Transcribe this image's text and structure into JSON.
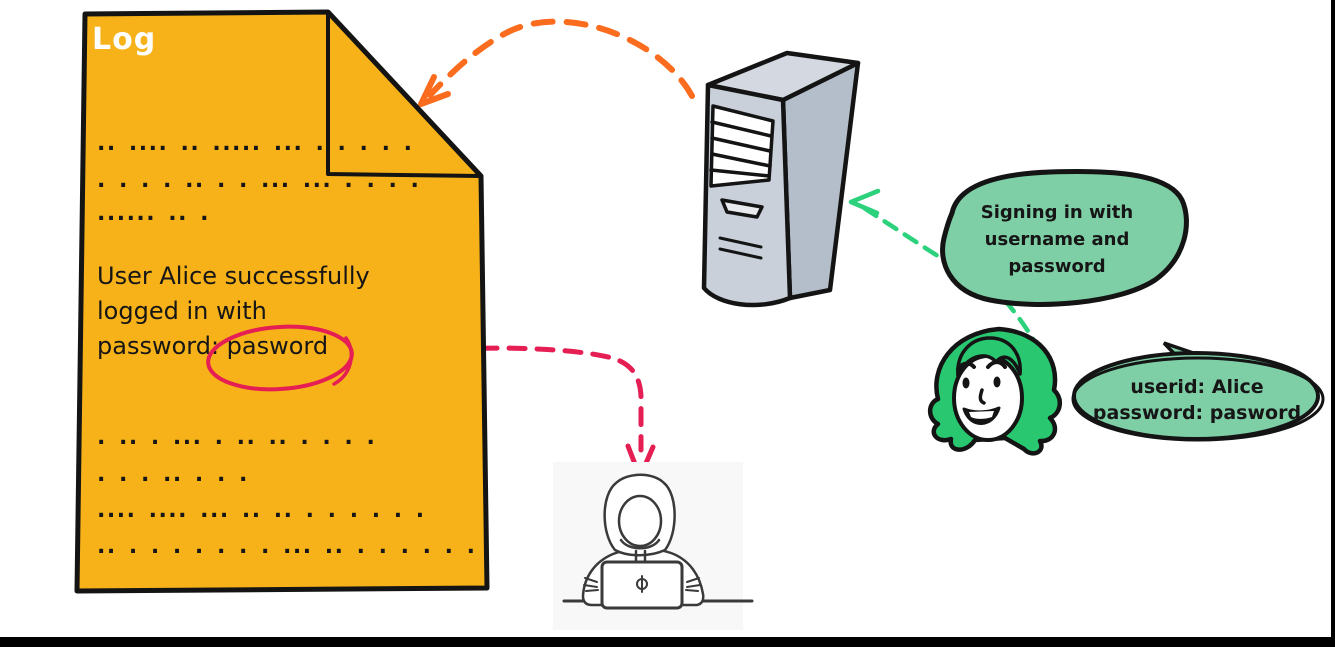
{
  "log_document": {
    "title": "Log",
    "paper_color": "#F7B219",
    "redacted_top": [
      ".. .... .. ..... ... . . . . .",
      ". . . . .. . . ... ... . . . .",
      "...... .. ."
    ],
    "entry_line1": "User Alice successfully",
    "entry_line2": "logged in with",
    "entry_line3": "password: pasword",
    "redacted_bottom": [
      ". .. . ... . ..  .. . . . .",
      ". . . .. . . .",
      ".... .... ... .. .. . . . . . .",
      ".. . . . . . . . ... .. . . . . . ."
    ],
    "circle_color": "#E51E53"
  },
  "server": {
    "body_color": "#C9D0DA",
    "side_color": "#B4BECB",
    "top_color": "#D4D9E1"
  },
  "signin_bubble": {
    "text": "Signing in with\nusername and\npassword",
    "fill": "#7ECFA6"
  },
  "credentials_bubble": {
    "text": "userid: Alice\npassword: pasword",
    "fill": "#7ECFA6"
  },
  "user": {
    "hair_color": "#29C770"
  },
  "arrows": {
    "server_to_log": "#FB6C1E",
    "user_to_server": "#2BD17B",
    "log_to_attacker": "#E51E53"
  }
}
